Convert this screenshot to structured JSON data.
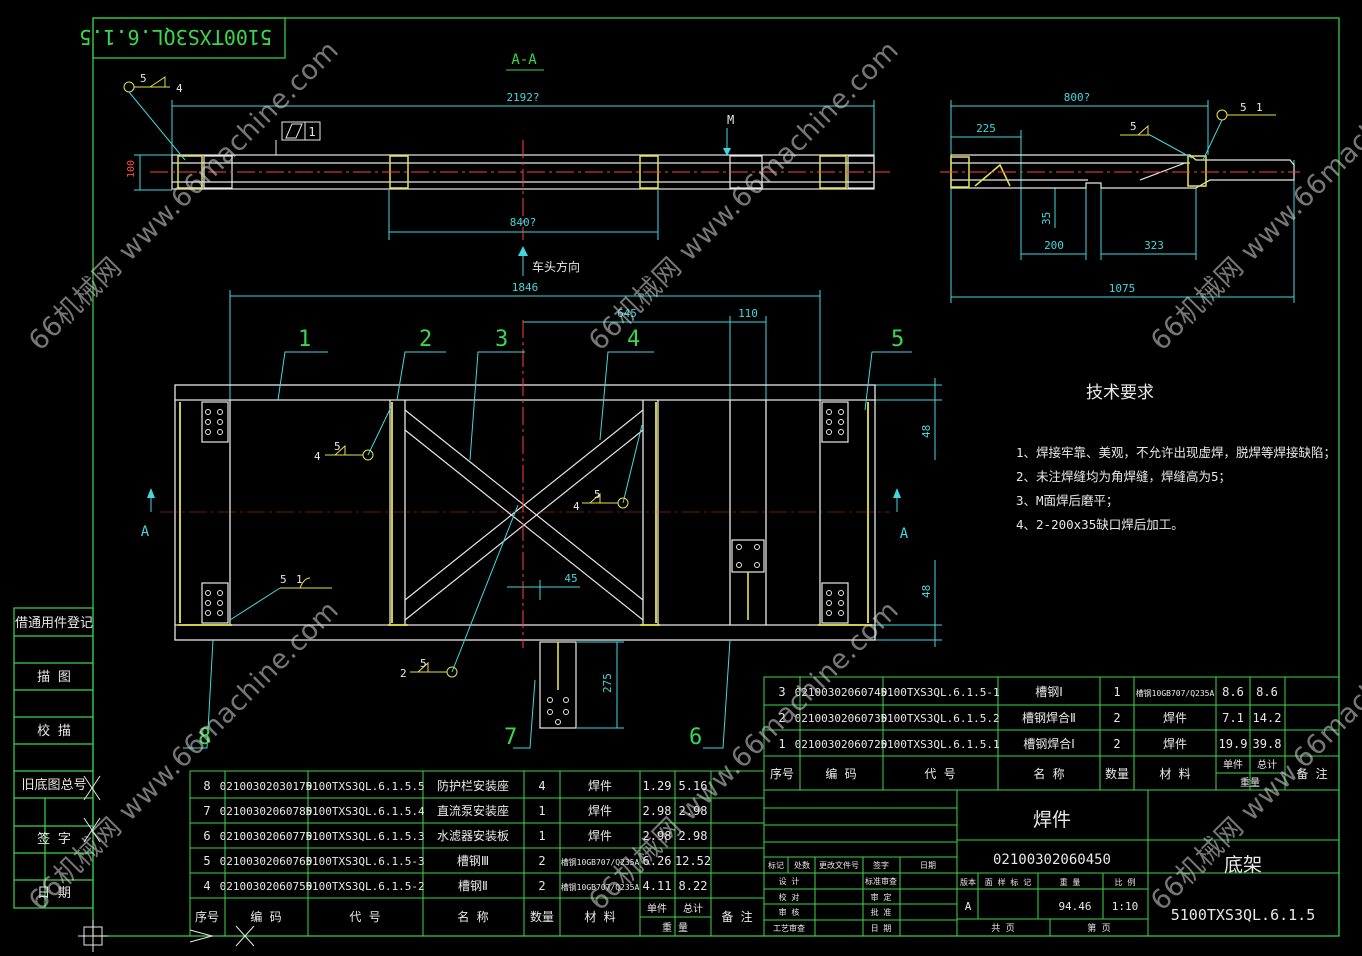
{
  "drawing": {
    "mirrored_code": "5100TXS3QL.6.1.5",
    "section_label": "A-A",
    "colors": {
      "background": "#000000",
      "frame": "#39d84b",
      "dimension": "#40d8e0",
      "outline": "#e8e24a",
      "centerline": "#ff4040",
      "text": "#e8e8e8"
    }
  },
  "watermark": "66机械网 www.66machine.com",
  "side_view": {
    "dim_total": "2192?",
    "dim_inner": "840?",
    "height_dim": "100",
    "surface_mark": "M",
    "flatness_symbol": "1",
    "weld_left_a": "5",
    "weld_left_b": "4",
    "direction": "车头方向"
  },
  "end_view": {
    "dim_total": "800?",
    "dim_225": "225",
    "dim_35": "35",
    "dim_200": "200",
    "dim_323": "323",
    "dim_1075": "1075",
    "weld_a": "5",
    "weld_b": "5",
    "weld_c": "1"
  },
  "plan_view": {
    "dim_1846": "1846",
    "dim_645": "645",
    "dim_110": "110",
    "dim_48_top": "48",
    "dim_48_bottom": "48",
    "dim_45": "45",
    "dim_275": "275",
    "section_mark_left": "A",
    "section_mark_right": "A",
    "balloons": [
      "1",
      "2",
      "3",
      "4",
      "5",
      "6",
      "7",
      "8"
    ],
    "welds": [
      "5",
      "4",
      "5",
      "4",
      "5",
      "1",
      "5",
      "2"
    ]
  },
  "tech_requirements": {
    "title": "技术要求",
    "items": [
      "1、焊接牢靠、美观，不允许出现虚焊，脱焊等焊接缺陷；",
      "2、未注焊缝均为角焊缝，焊缝高为5；",
      "3、M面焊后磨平；",
      "4、2-200x35缺口焊后加工。"
    ]
  },
  "left_margin": [
    "借通用件登记",
    "描 图",
    "校 描",
    "旧底图总号",
    "签 字",
    "日 期"
  ],
  "bom_right": {
    "rows": [
      [
        "3",
        "02100302060740",
        "5100TXS3QL.6.1.5-1",
        "槽钢Ⅰ",
        "1",
        "槽钢10GB707/Q235A",
        "8.6",
        "8.6",
        ""
      ],
      [
        "2",
        "02100302060730",
        "5100TXS3QL.6.1.5.2",
        "槽钢焊合Ⅱ",
        "2",
        "焊件",
        "7.1",
        "14.2",
        ""
      ],
      [
        "1",
        "02100302060720",
        "5100TXS3QL.6.1.5.1",
        "槽钢焊合Ⅰ",
        "2",
        "焊件",
        "19.9",
        "39.8",
        ""
      ]
    ],
    "header": [
      "序号",
      "编 码",
      "代 号",
      "名 称",
      "数量",
      "材 料",
      "单件",
      "总计",
      "备 注"
    ],
    "weight_label": "重量"
  },
  "bom_left": {
    "rows": [
      [
        "8",
        "02100302030170",
        "5100TXS3QL.6.1.5.5",
        "防护栏安装座",
        "4",
        "焊件",
        "1.29",
        "5.16",
        ""
      ],
      [
        "7",
        "02100302060780",
        "5100TXS3QL.6.1.5.4",
        "直流泵安装座",
        "1",
        "焊件",
        "2.98",
        "2.98",
        ""
      ],
      [
        "6",
        "02100302060770",
        "5100TXS3QL.6.1.5.3",
        "水滤器安装板",
        "1",
        "焊件",
        "2.98",
        "2.98",
        ""
      ],
      [
        "5",
        "02100302060760",
        "5100TXS3QL.6.1.5-3",
        "槽钢Ⅲ",
        "2",
        "槽钢10GB707/Q235A",
        "6.26",
        "12.52",
        ""
      ],
      [
        "4",
        "02100302060750",
        "5100TXS3QL.6.1.5-2",
        "槽钢Ⅱ",
        "2",
        "槽钢10GB707/Q235A",
        "4.11",
        "8.22",
        ""
      ]
    ],
    "header": [
      "序号",
      "编 码",
      "代 号",
      "名 称",
      "数量",
      "材 料",
      "单件",
      "总计",
      "备 注"
    ],
    "weight_label": "重 量"
  },
  "title_block": {
    "material": "焊件",
    "code": "02100302060450",
    "name": "底架",
    "drawing_no": "5100TXS3QL.6.1.5",
    "rev_headers": [
      "标记",
      "处数",
      "更改文件号",
      "签字",
      "日期"
    ],
    "sign_rows": [
      "设 计",
      "校 对",
      "审 核",
      "工艺审查"
    ],
    "sign_rows2": [
      "标准审查",
      "审 定",
      "批 准",
      "日 期"
    ],
    "stage_headers": [
      "版本",
      "面 样 标 记",
      "重 量",
      "比 例"
    ],
    "stage": "A",
    "weight": "94.46",
    "scale": "1:10",
    "total_sheets": "共 页",
    "sheet": "第 页"
  }
}
